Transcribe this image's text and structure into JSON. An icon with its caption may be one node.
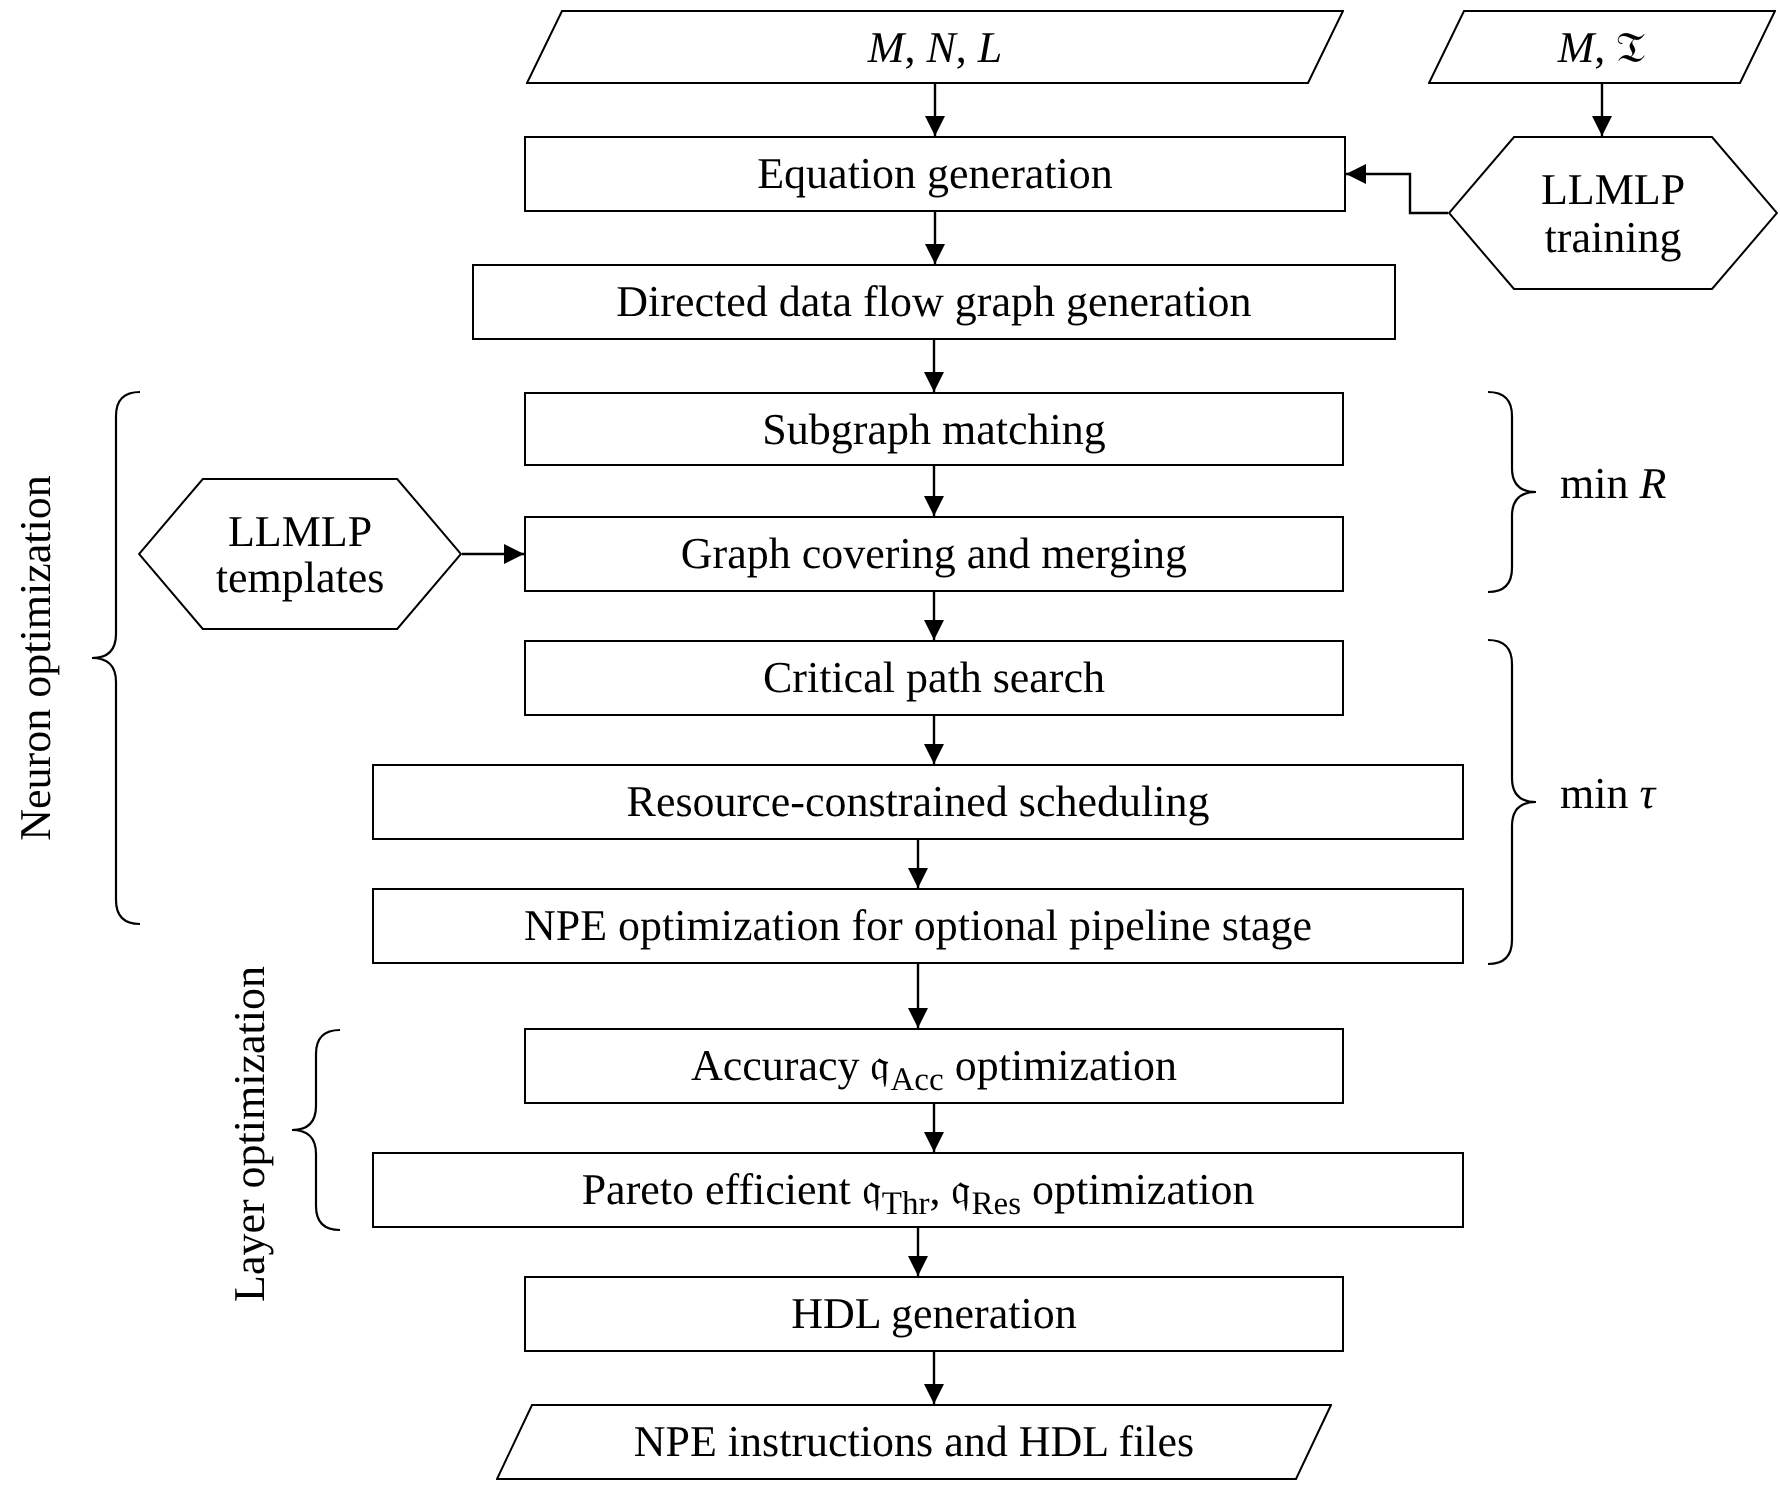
{
  "diagram": {
    "nodes": [
      {
        "text": [
          "*M*, *N*, *L*"
        ]
      },
      {
        "text": [
          "*M*, 𝔗"
        ]
      },
      {
        "text": [
          "Equation generation"
        ]
      },
      {
        "text": [
          "LLMLP training"
        ]
      },
      {
        "text": [
          "Directed data flow graph generation"
        ]
      },
      {
        "text": [
          "Subgraph matching"
        ]
      },
      {
        "text": [
          "LLMLP templates"
        ]
      },
      {
        "text": [
          "Graph covering and merging"
        ]
      },
      {
        "text": [
          "Critical path search"
        ]
      },
      {
        "text": [
          "Resource-constrained scheduling"
        ]
      },
      {
        "text": [
          "NPE optimization for optional pipeline stage"
        ]
      },
      {
        "text": [
          "Accuracy 𝔮$_{Acc}$ optimization"
        ]
      },
      {
        "text": [
          "Pareto efficient 𝔮$_{Thr}$, 𝔮$_{Res}$ optimization"
        ]
      },
      {
        "text": [
          "HDL generation"
        ]
      },
      {
        "text": [
          "NPE instructions and HDL files"
        ]
      }
    ],
    "edges": [
      {
        "from": 0,
        "to": 2,
        "arrow": "to"
      },
      {
        "from": 1,
        "to": 3,
        "arrow": "to"
      },
      {
        "from": 3,
        "to": 2,
        "arrow": "to"
      },
      {
        "from": 2,
        "to": 4,
        "arrow": "to"
      },
      {
        "from": 4,
        "to": 5,
        "arrow": "to"
      },
      {
        "from": 5,
        "to": 7,
        "arrow": "to"
      },
      {
        "from": 6,
        "to": 7,
        "arrow": "to"
      },
      {
        "from": 7,
        "to": 8,
        "arrow": "to"
      },
      {
        "from": 8,
        "to": 9,
        "arrow": "to"
      },
      {
        "from": 9,
        "to": 10,
        "arrow": "to"
      },
      {
        "from": 10,
        "to": 11,
        "arrow": "to"
      },
      {
        "from": 11,
        "to": 12,
        "arrow": "to"
      },
      {
        "from": 12,
        "to": 13,
        "arrow": "to"
      },
      {
        "from": 13,
        "to": 14,
        "arrow": "to"
      }
    ],
    "labels": [
      "Neuron optimization",
      "Layer optimization",
      "min *R*",
      "min *τ*"
    ]
  }
}
